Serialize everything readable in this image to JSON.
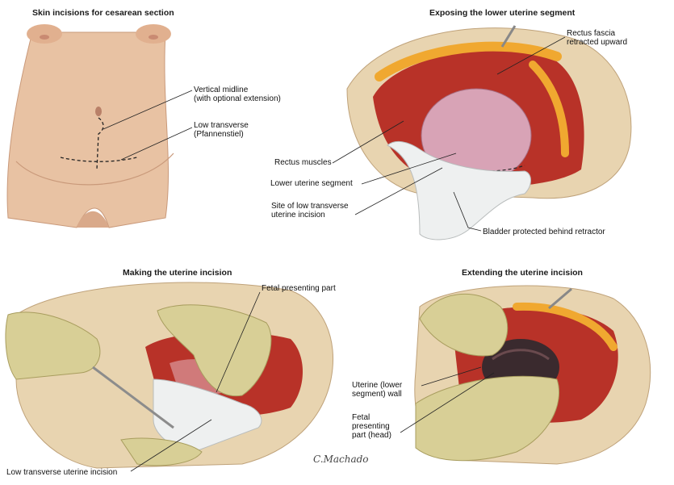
{
  "panels": {
    "skin": {
      "title": "Skin incisions for cesarean section",
      "labels": {
        "vertical": "Vertical midline\n(with optional extension)",
        "transverse": "Low transverse\n(Pfannenstiel)"
      }
    },
    "exposing": {
      "title": "Exposing the lower uterine segment",
      "labels": {
        "fascia": "Rectus fascia\nretracted upward",
        "muscles": "Rectus muscles",
        "segment": "Lower uterine segment",
        "site": "Site of low transverse\nuterine incision",
        "bladder": "Bladder protected behind retractor"
      }
    },
    "making": {
      "title": "Making the uterine incision",
      "labels": {
        "fetal": "Fetal presenting part",
        "incision": "Low transverse uterine incision"
      }
    },
    "extending": {
      "title": "Extending the uterine incision",
      "labels": {
        "wall": "Uterine (lower\nsegment) wall",
        "presenting": "Fetal\npresenting\npart (head)"
      }
    }
  },
  "signature": "C.Machado",
  "colors": {
    "skin": "#e9c3a5",
    "skin_shadow": "#c9997a",
    "tissue": "#c0392b",
    "fat": "#f0a830",
    "uterus": "#d9a6b8",
    "retractor": "#eef0f0",
    "glove": "#d8cf96"
  }
}
